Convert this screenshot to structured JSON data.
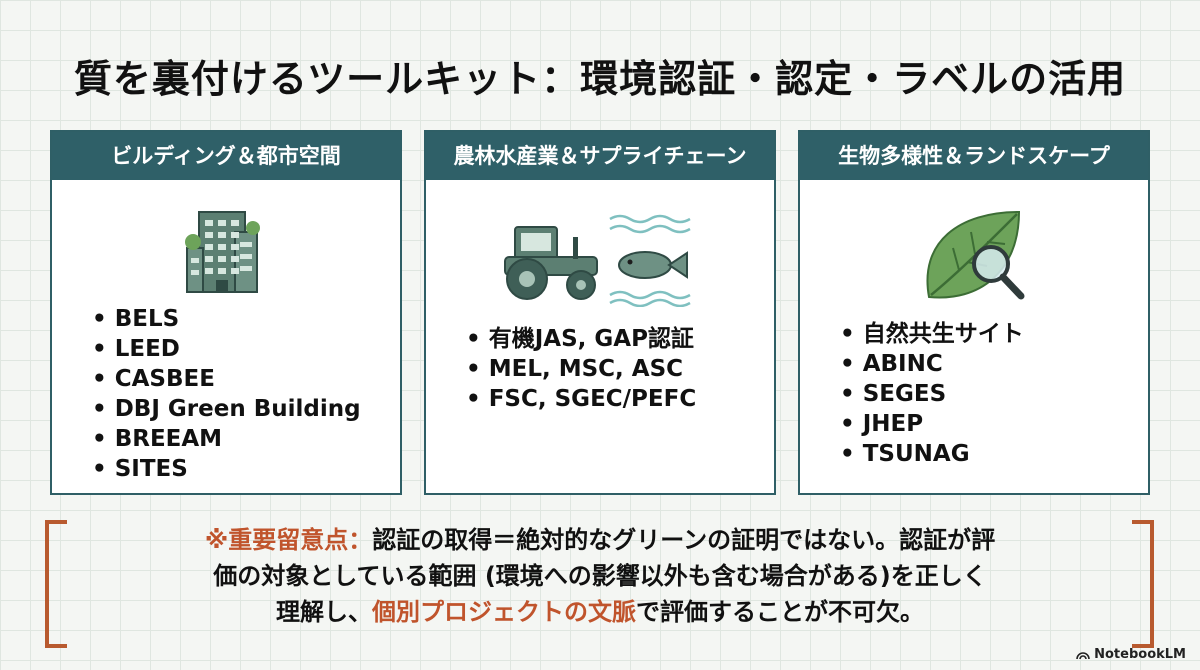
{
  "title": "質を裏付けるツールキット：環境認証・認定・ラベルの活用",
  "cards": [
    {
      "heading": "ビルディング＆都市空間",
      "icon": "building-icon",
      "items": [
        "BELS",
        "LEED",
        "CASBEE",
        "DBJ Green Building",
        "BREEAM",
        "SITES"
      ]
    },
    {
      "heading": "農林水産業＆サプライチェーン",
      "icon": "tractor-fish-icon",
      "items": [
        "有機JAS, GAP認証",
        "MEL, MSC, ASC",
        "FSC, SGEC/PEFC"
      ]
    },
    {
      "heading": "生物多様性＆ランドスケープ",
      "icon": "leaf-magnifier-icon",
      "items": [
        "自然共生サイト",
        "ABINC",
        "SEGES",
        "JHEP",
        "TSUNAG"
      ]
    }
  ],
  "note": {
    "label": "※重要留意点：",
    "part1": "認証の取得＝絶対的なグリーンの証明ではない。認証が評",
    "line2": "価の対象としている範囲 (環境への影響以外も含む場合がある)を正しく",
    "line3_a": "理解し、",
    "line3_hl": "個別プロジェクトの文脈",
    "line3_b": "で評価することが不可欠。"
  },
  "brand": "NotebookLM",
  "colors": {
    "header": "#2f6068",
    "accent": "#c0542c",
    "icon": "#5c7f72"
  }
}
